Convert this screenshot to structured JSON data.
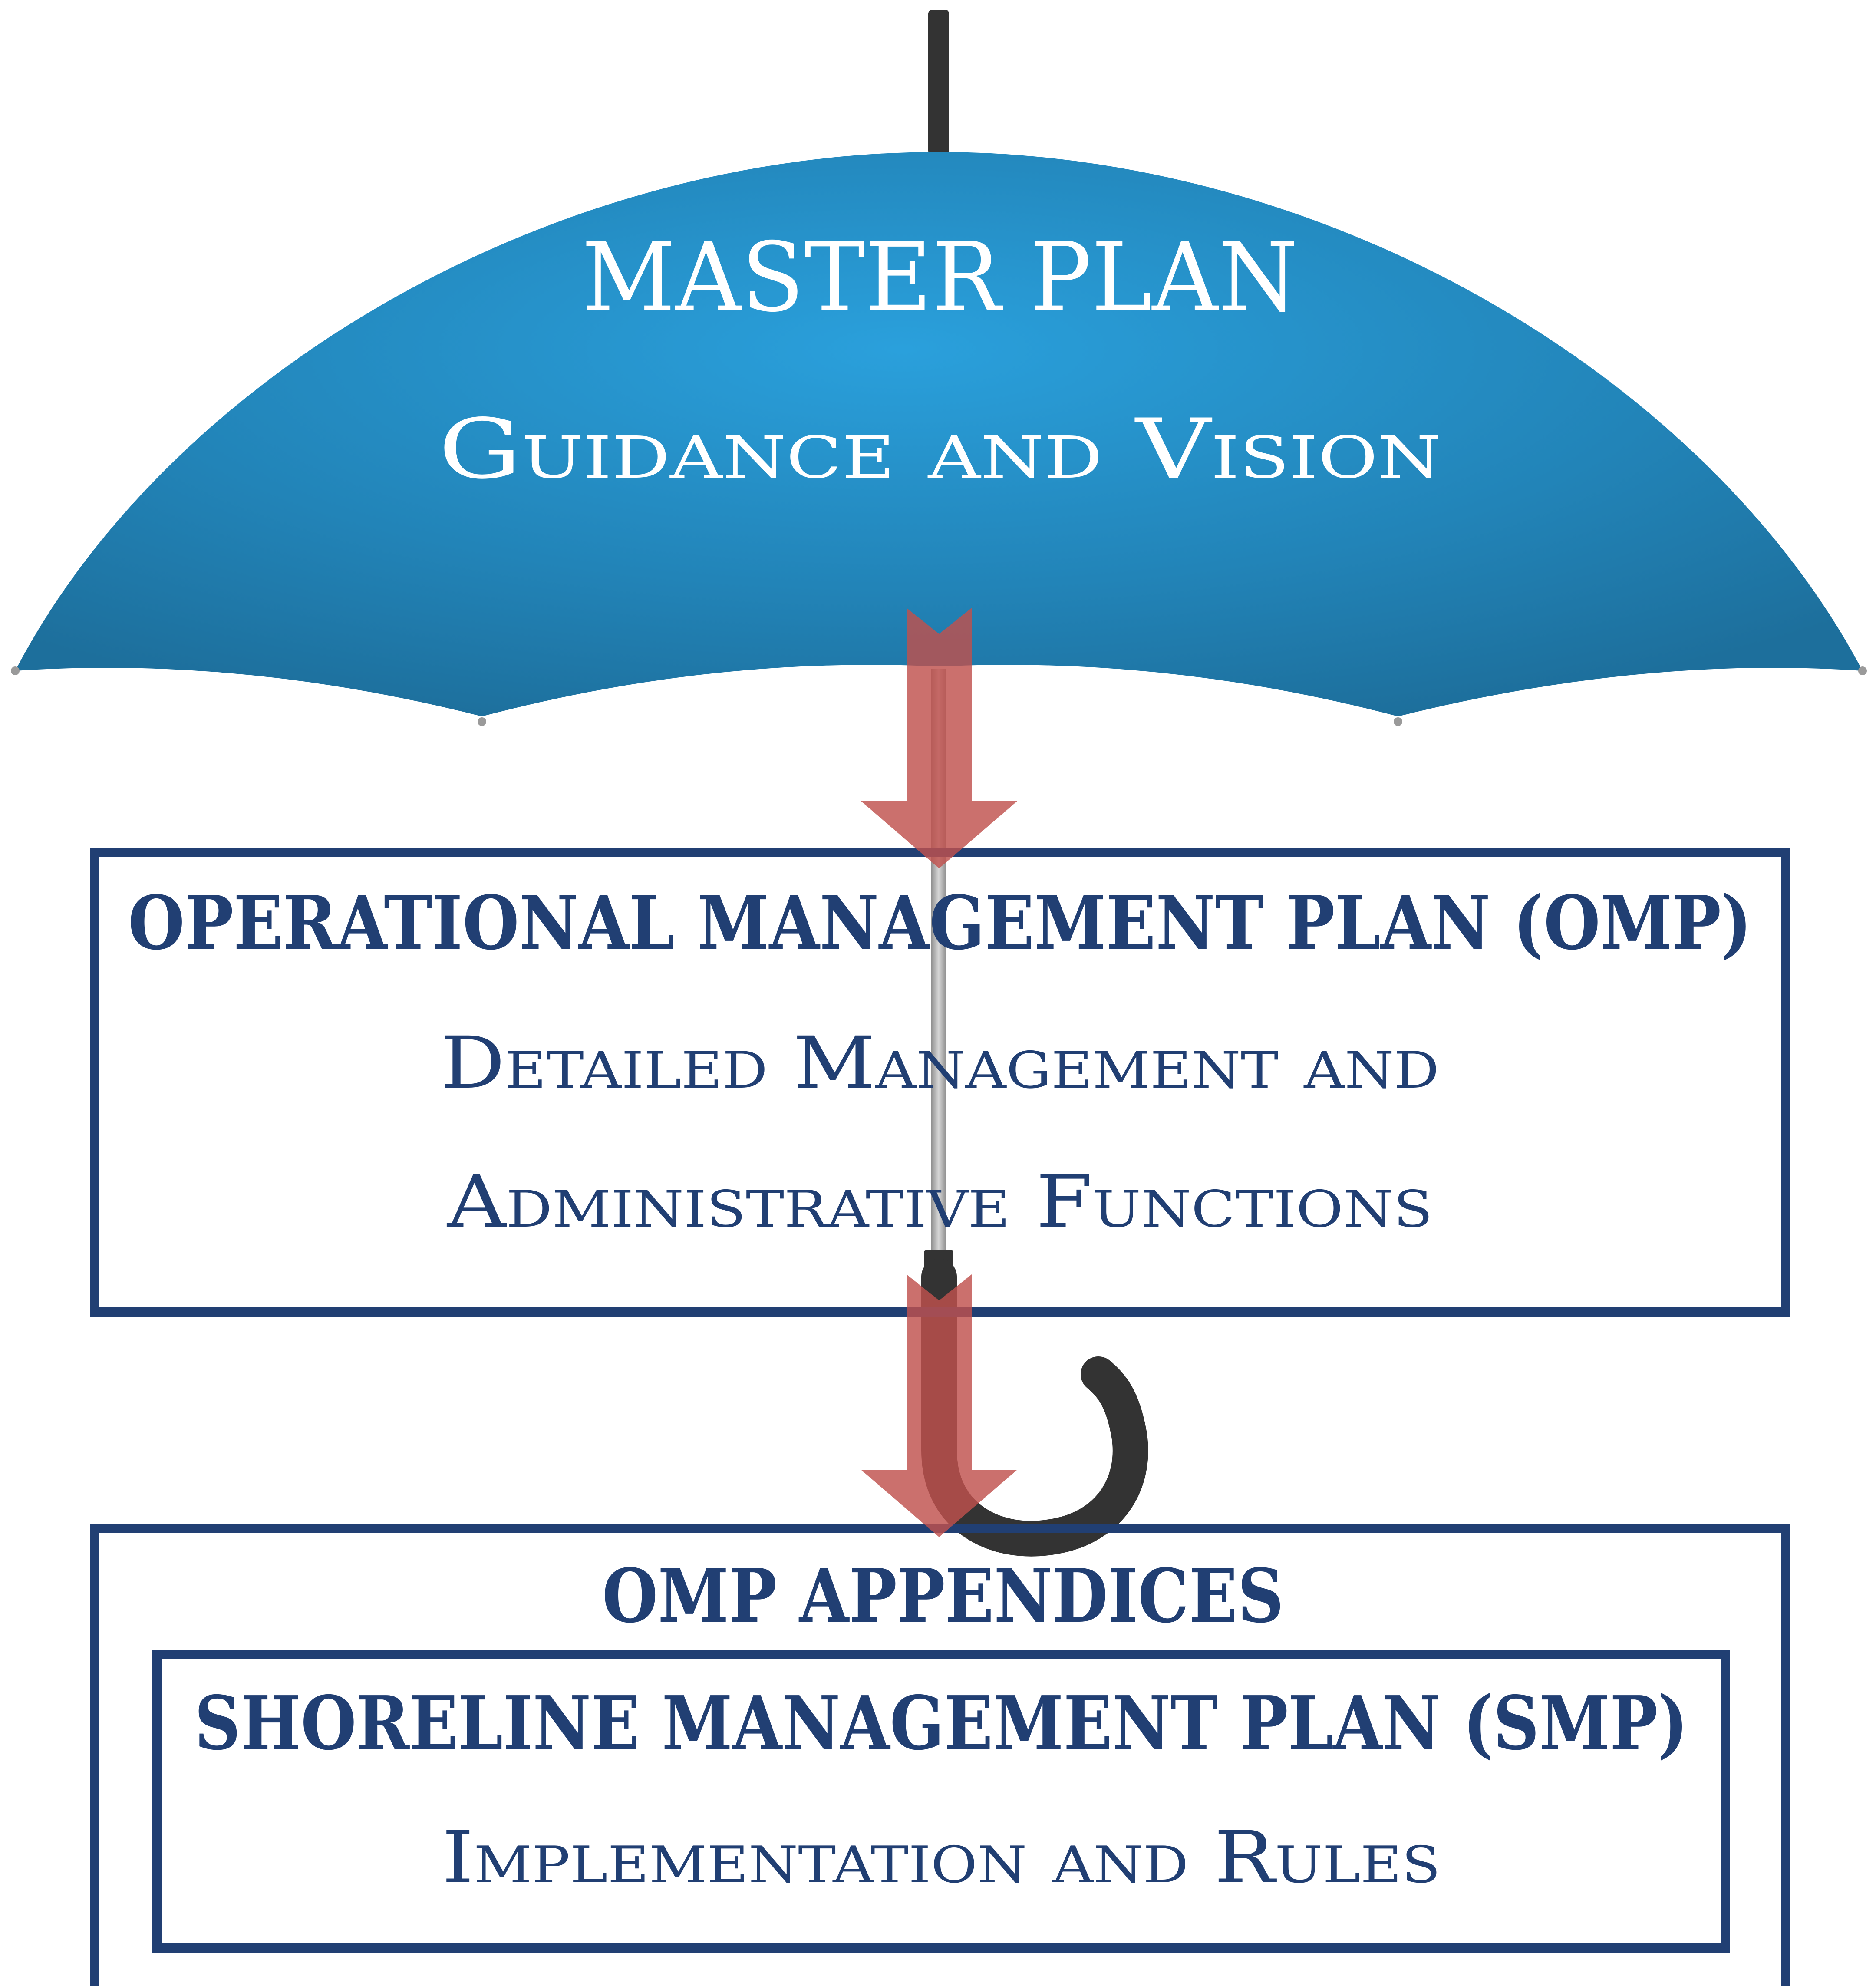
{
  "master": {
    "title": "MASTER PLAN",
    "subtitle": "Guidance and Vision"
  },
  "omp": {
    "title": "OPERATIONAL MANAGEMENT PLAN (OMP)",
    "line1": "Detailed Management and",
    "line2": "Administrative Functions"
  },
  "appendices": {
    "title": "OMP APPENDICES"
  },
  "smp": {
    "title": "SHORELINE MANAGEMENT PLAN (SMP)",
    "subtitle": "Implementation and Rules"
  },
  "colors": {
    "canopy": "#2285bd",
    "box_border": "#213f73",
    "arrow": "#c0504d",
    "shaft": "#b0b0b0",
    "handle": "#333333"
  }
}
